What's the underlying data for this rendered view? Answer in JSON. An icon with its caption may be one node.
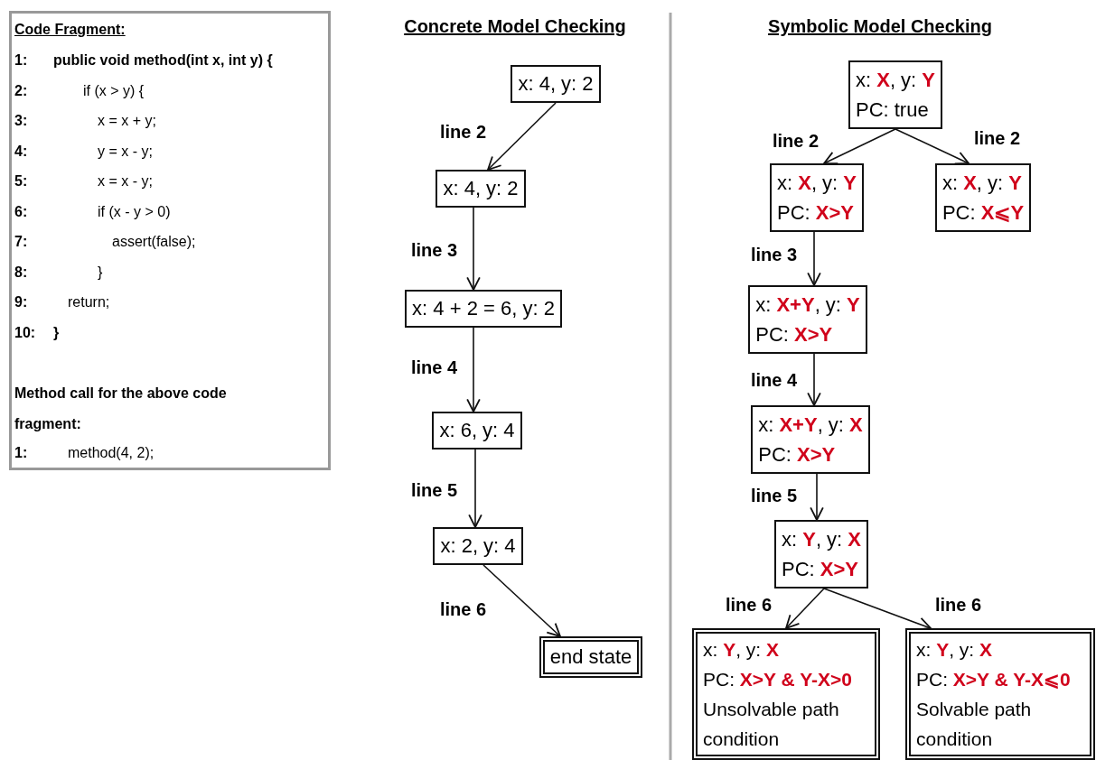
{
  "diagram": {
    "nodes": [
      {
        "text": [
          "Code Fragment:",
          "1:",
          "public void method(int x, int y) {",
          "2:",
          "if (x > y) {",
          "3:",
          "x = x + y;",
          "4:",
          "y = x - y;",
          "5:",
          "x = x - y;",
          "6:",
          "if (x - y > 0)",
          "7:",
          "assert(false);",
          "8:",
          "}",
          "9:",
          "return;",
          "10:",
          "}",
          "Method call for the above code fragment:",
          "1:",
          "method(4, 2);"
        ]
      },
      {
        "text": [
          "x: 4, y: 2"
        ]
      },
      {
        "text": [
          "x: 4, y: 2"
        ]
      },
      {
        "text": [
          "x: 4 + 2 = 6, y: 2"
        ]
      },
      {
        "text": [
          "x: 6, y: 4"
        ]
      },
      {
        "text": [
          "x: 2, y: 4"
        ]
      },
      {
        "text": [
          "end state"
        ]
      },
      {
        "text": [
          "x: **X**, y: **Y**",
          "PC: true"
        ]
      },
      {
        "text": [
          "x: **X**, y: **Y**",
          "PC: **X>Y**"
        ]
      },
      {
        "text": [
          "x: **X**, y: **Y**",
          "PC: **X⩽Y**"
        ]
      },
      {
        "text": [
          "x: **X+Y**, y: **Y**",
          "PC: **X>Y**"
        ]
      },
      {
        "text": [
          "x: **X+Y**, y: **X**",
          "PC: **X>Y**"
        ]
      },
      {
        "text": [
          "x: **Y**, y: **X**",
          "PC: **X>Y**"
        ]
      },
      {
        "text": [
          "x: **Y**, y: **X**",
          "PC: **X>Y & Y-X>0**",
          "Unsolvable path condition"
        ]
      },
      {
        "text": [
          "x: **Y**, y: **X**",
          "PC: **X>Y & Y-X⩽0**",
          "Solvable path condition"
        ]
      }
    ],
    "edges": [
      {
        "from": 1,
        "to": 2,
        "arrow": "to",
        "label": "line 2"
      },
      {
        "from": 2,
        "to": 3,
        "arrow": "to",
        "label": "line 3"
      },
      {
        "from": 3,
        "to": 4,
        "arrow": "to",
        "label": "line 4"
      },
      {
        "from": 4,
        "to": 5,
        "arrow": "to",
        "label": "line 5"
      },
      {
        "from": 5,
        "to": 6,
        "arrow": "to",
        "label": "line 6"
      },
      {
        "from": 7,
        "to": 8,
        "arrow": "to",
        "label": "line 2"
      },
      {
        "from": 7,
        "to": 9,
        "arrow": "to",
        "label": "line 2"
      },
      {
        "from": 8,
        "to": 10,
        "arrow": "to",
        "label": "line 3"
      },
      {
        "from": 10,
        "to": 11,
        "arrow": "to",
        "label": "line 4"
      },
      {
        "from": 11,
        "to": 12,
        "arrow": "to",
        "label": "line 5"
      },
      {
        "from": 12,
        "to": 13,
        "arrow": "to",
        "label": "line 6"
      },
      {
        "from": 12,
        "to": 14,
        "arrow": "to",
        "label": "line 6"
      }
    ],
    "labels": [
      "Concrete Model Checking",
      "Symbolic Model Checking"
    ]
  }
}
